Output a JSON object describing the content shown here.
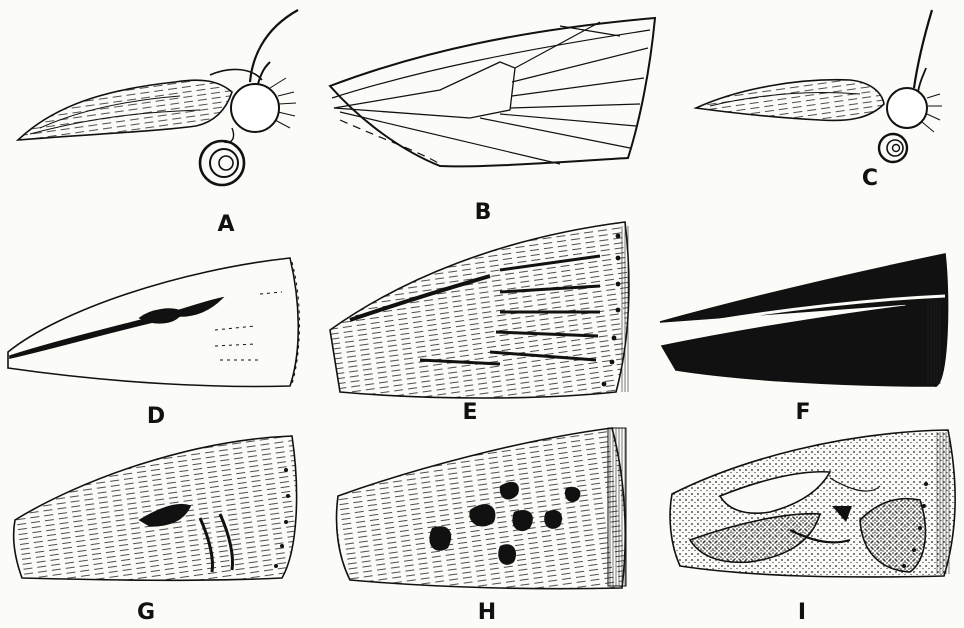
{
  "figure": {
    "panels": [
      {
        "label": "A",
        "subject": "head-profile"
      },
      {
        "label": "B",
        "subject": "forewing-venation"
      },
      {
        "label": "C",
        "subject": "head-profile"
      },
      {
        "label": "D",
        "subject": "forewing-pattern"
      },
      {
        "label": "E",
        "subject": "forewing-pattern"
      },
      {
        "label": "F",
        "subject": "forewing-pattern"
      },
      {
        "label": "G",
        "subject": "forewing-pattern"
      },
      {
        "label": "H",
        "subject": "forewing-pattern"
      },
      {
        "label": "I",
        "subject": "forewing-pattern"
      }
    ]
  },
  "colors": {
    "ink": "#111111",
    "paper": "#fbfbf8"
  }
}
